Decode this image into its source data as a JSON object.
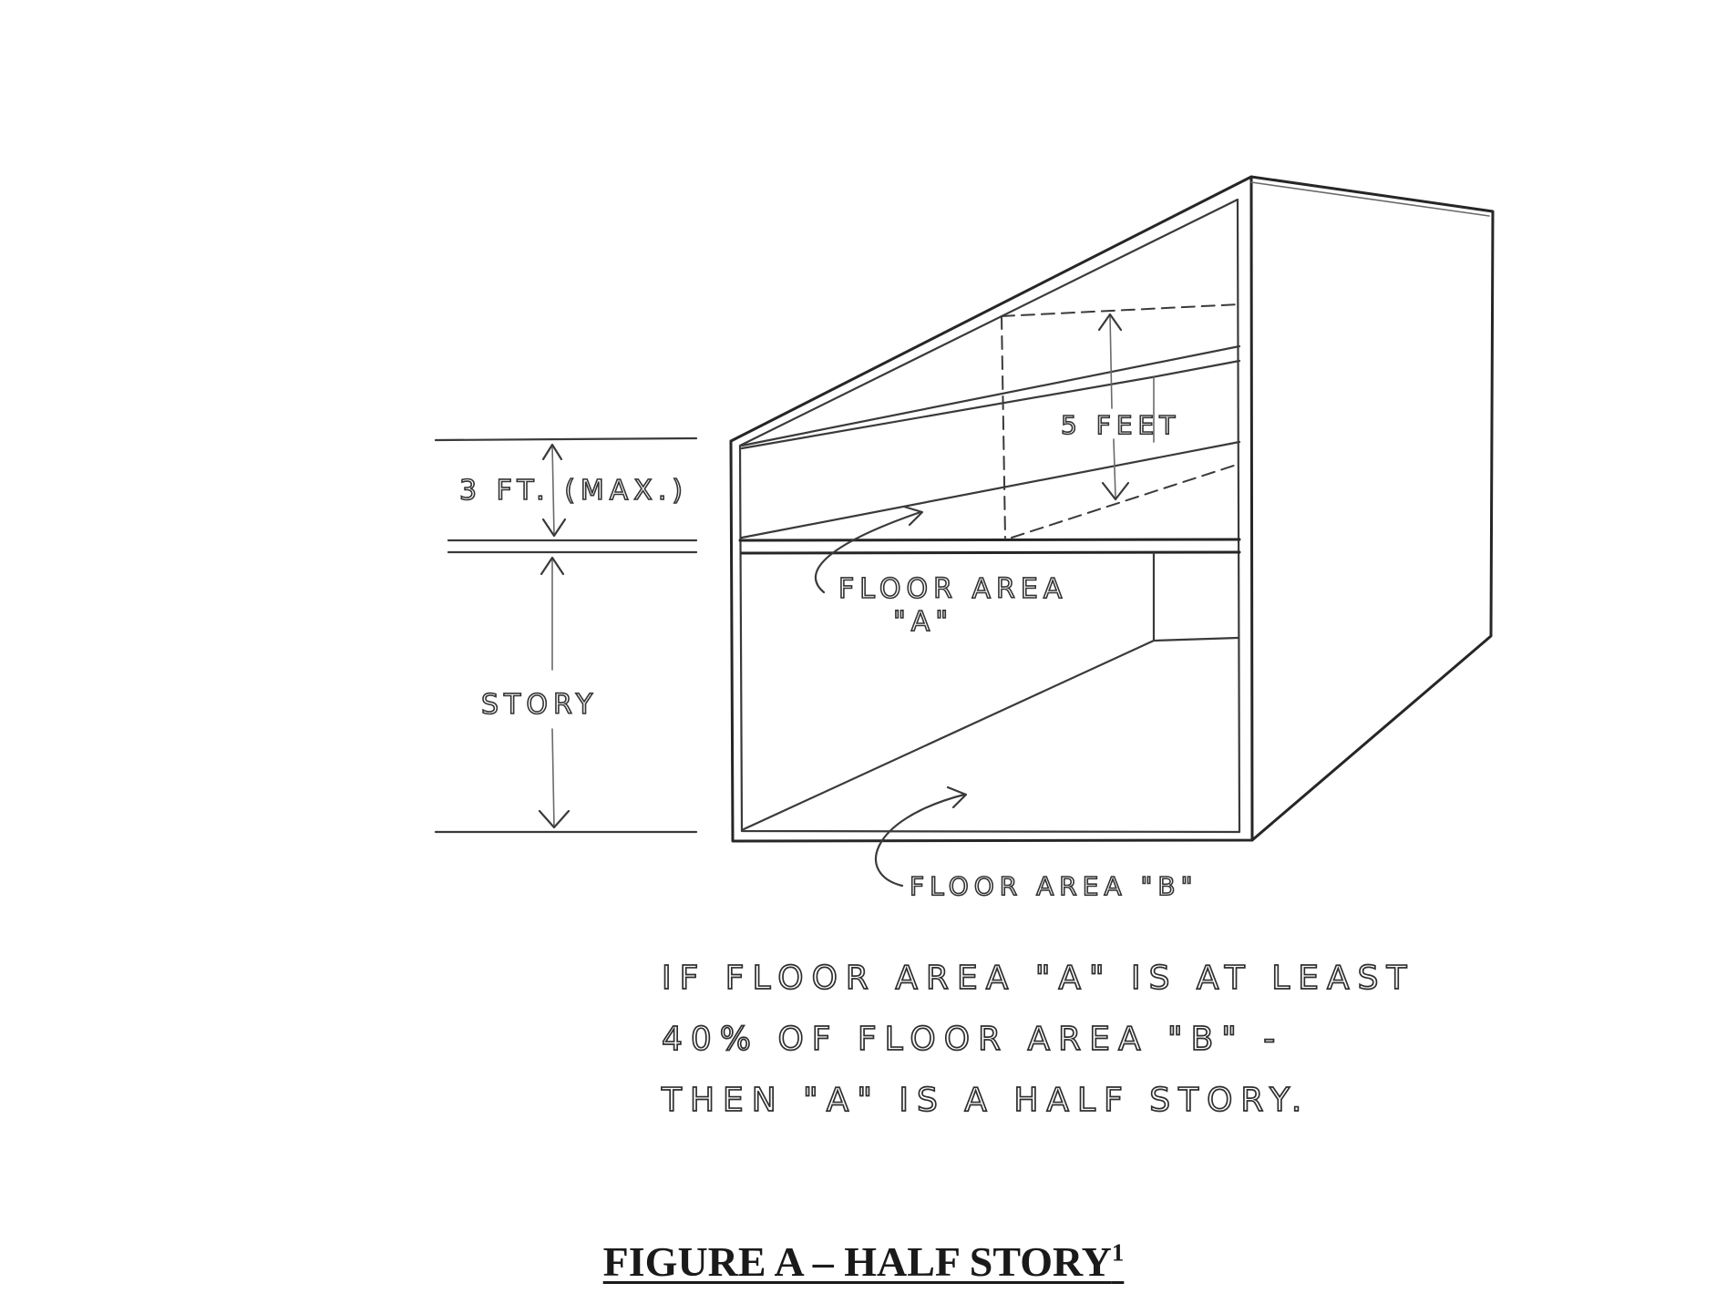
{
  "labels": {
    "three_ft_max": "3 FT. (MAX.)",
    "five_feet": "5 FEET",
    "story": "STORY",
    "floor_area_a_line1": "FLOOR AREA",
    "floor_area_a_line2": "\"A\"",
    "floor_area_b": "FLOOR AREA \"B\""
  },
  "note": {
    "line1": "IF FLOOR AREA \"A\" IS AT LEAST",
    "line2": "40% OF FLOOR AREA \"B\" -",
    "line3": "THEN \"A\" IS A HALF STORY."
  },
  "caption": {
    "text": "FIGURE A – HALF STORY",
    "footnote": "1"
  }
}
